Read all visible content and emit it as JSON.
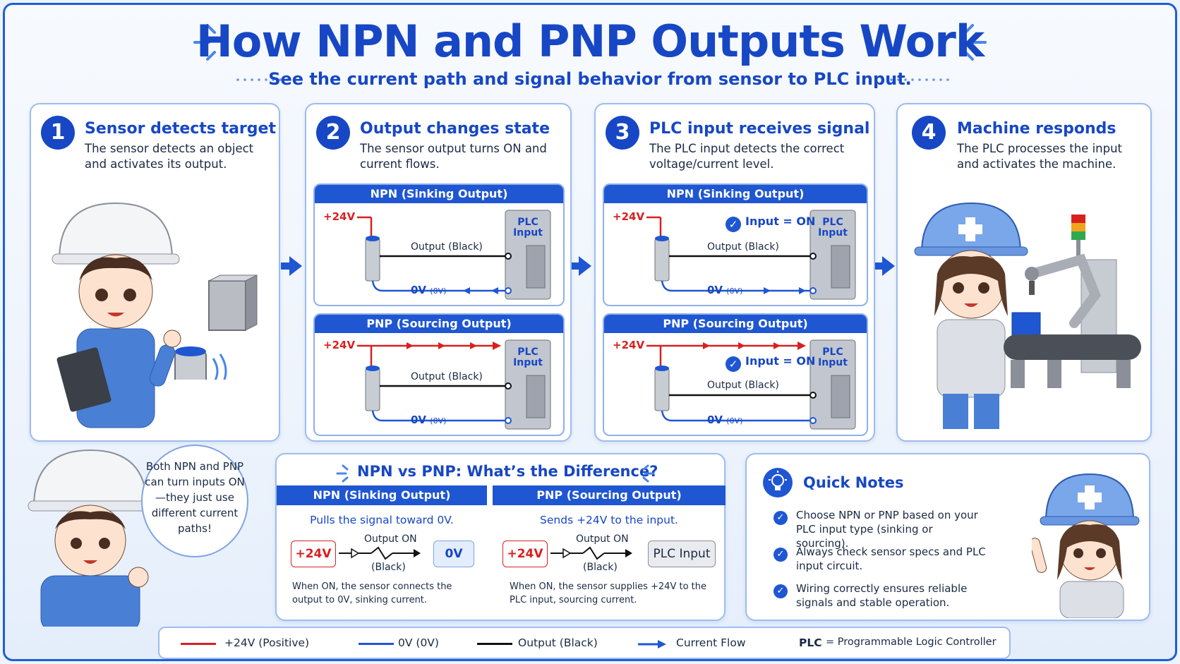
{
  "header": {
    "title": "How NPN and PNP Outputs Work",
    "subtitle": "See the current path and signal behavior from sensor to PLC input."
  },
  "steps": [
    {
      "num": "1",
      "title": "Sensor detects target",
      "desc": "The sensor detects an object and activates its output."
    },
    {
      "num": "2",
      "title": "Output changes state",
      "desc": "The sensor output turns ON and current flows."
    },
    {
      "num": "3",
      "title": "PLC input receives signal",
      "desc": "The PLC input detects the correct voltage/current level."
    },
    {
      "num": "4",
      "title": "Machine responds",
      "desc": "The PLC processes the input and activates the machine."
    }
  ],
  "circuits": {
    "npn_head": "NPN (Sinking Output)",
    "pnp_head": "PNP (Sourcing Output)",
    "v24": "+24V",
    "output_label": "Output (Black)",
    "zero_v": "0V",
    "zero_v_small": "(0V)",
    "plc_line1": "PLC",
    "plc_line2": "Input",
    "input_on": "Input = ON",
    "check_glyph": "✓"
  },
  "bubble": {
    "text": "Both NPN and PNP can turn inputs ON—they just use different current paths!"
  },
  "difference": {
    "title": "NPN vs PNP: What’s the Difference?",
    "npn": {
      "head": "NPN (Sinking Output)",
      "sub": "Pulls the signal toward 0V.",
      "from": "+24V",
      "switch_top": "Output ON",
      "switch_bottom": "(Black)",
      "to": "0V",
      "note": "When ON, the sensor connects the output to 0V, sinking current."
    },
    "pnp": {
      "head": "PNP (Sourcing Output)",
      "sub": "Sends +24V to the input.",
      "from": "+24V",
      "switch_top": "Output ON",
      "switch_bottom": "(Black)",
      "to": "PLC Input",
      "note": "When ON, the sensor supplies +24V to the PLC input, sourcing current."
    }
  },
  "quick_notes": {
    "title": "Quick Notes",
    "items": [
      "Choose NPN or PNP based on your PLC input type (sinking or sourcing).",
      "Always check sensor specs and PLC input circuit.",
      "Wiring correctly ensures reliable signals and stable operation."
    ]
  },
  "legend": {
    "red": "+24V (Positive)",
    "blue": "0V (0V)",
    "black": "Output (Black)",
    "flow": "Current Flow",
    "plc_abbr": "PLC",
    "plc_def": "= Programmable Logic Controller"
  },
  "colors": {
    "accent": "#1747c4",
    "positive": "#d92020",
    "zero": "#1f56d2",
    "output": "#111111"
  }
}
